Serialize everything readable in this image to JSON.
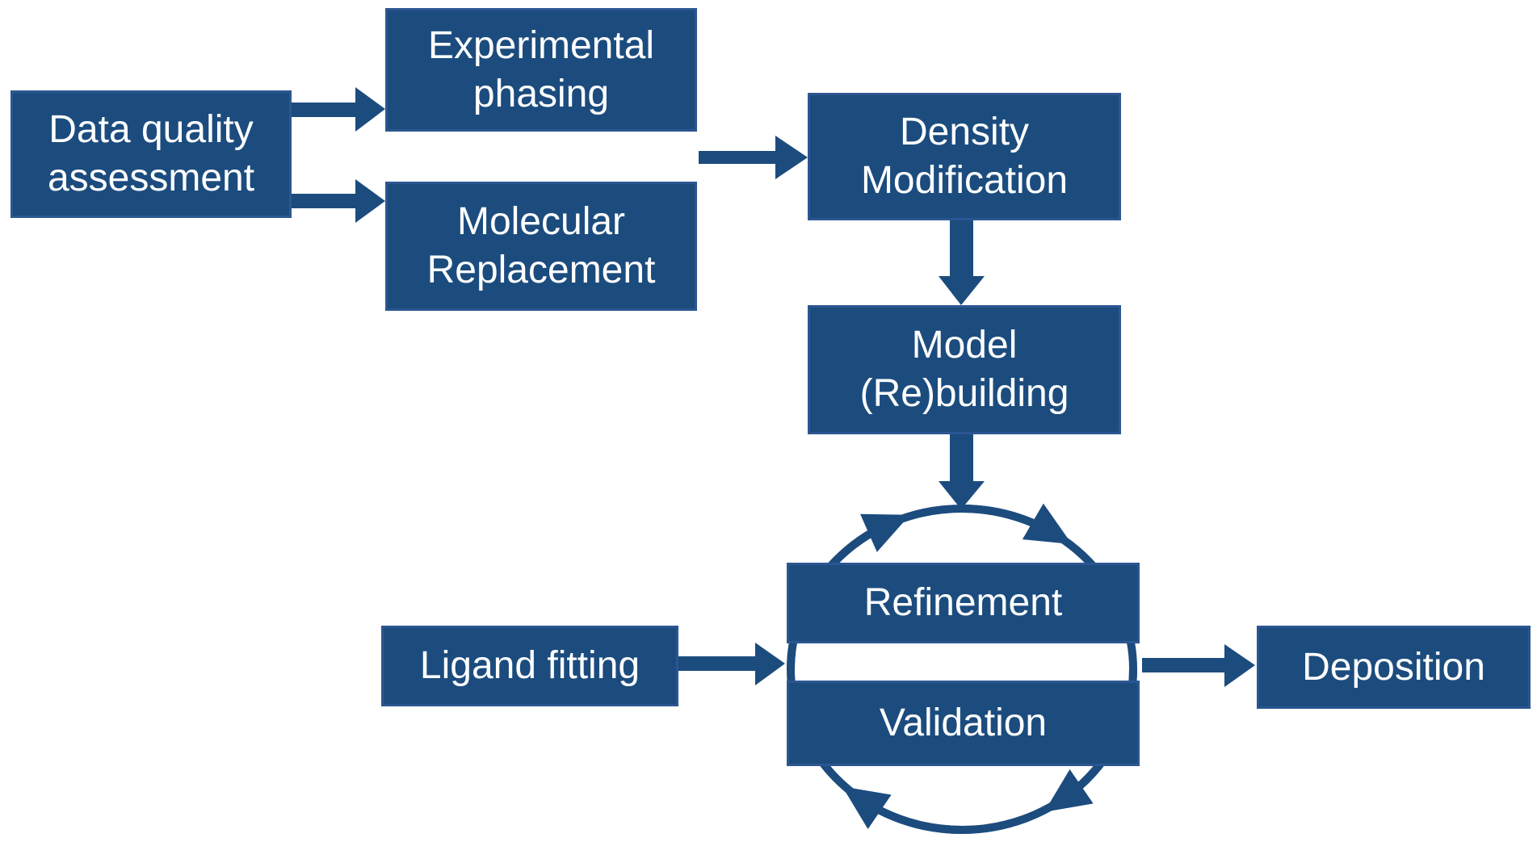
{
  "colors": {
    "background": "#FFFFFF",
    "boxFill": "#1C4C7E",
    "boxBorder": "#2C5691",
    "arrow": "#1C4C7E",
    "labelText": "#FFFFFF"
  },
  "nodes": {
    "data_quality": {
      "line1": "Data quality",
      "line2": "assessment"
    },
    "experimental_phasing": {
      "line1": "Experimental",
      "line2": "phasing"
    },
    "molecular_replacement": {
      "line1": "Molecular",
      "line2": "Replacement"
    },
    "density_modification": {
      "line1": "Density",
      "line2": "Modification"
    },
    "model_rebuilding": {
      "line1": "Model",
      "line2": "(Re)building"
    },
    "refinement": {
      "label": "Refinement"
    },
    "validation": {
      "label": "Validation"
    },
    "ligand_fitting": {
      "label": "Ligand fitting"
    },
    "deposition": {
      "label": "Deposition"
    }
  },
  "flow": [
    {
      "from": "Data quality assessment",
      "to": "Experimental phasing"
    },
    {
      "from": "Data quality assessment",
      "to": "Molecular Replacement"
    },
    {
      "from": "Experimental phasing / Molecular Replacement",
      "to": "Density Modification"
    },
    {
      "from": "Density Modification",
      "to": "Model (Re)building"
    },
    {
      "from": "Model (Re)building",
      "to": "Refinement / Validation cycle"
    },
    {
      "from": "Ligand fitting",
      "to": "Refinement / Validation cycle"
    },
    {
      "from": "Refinement / Validation cycle",
      "to": "Deposition"
    }
  ]
}
